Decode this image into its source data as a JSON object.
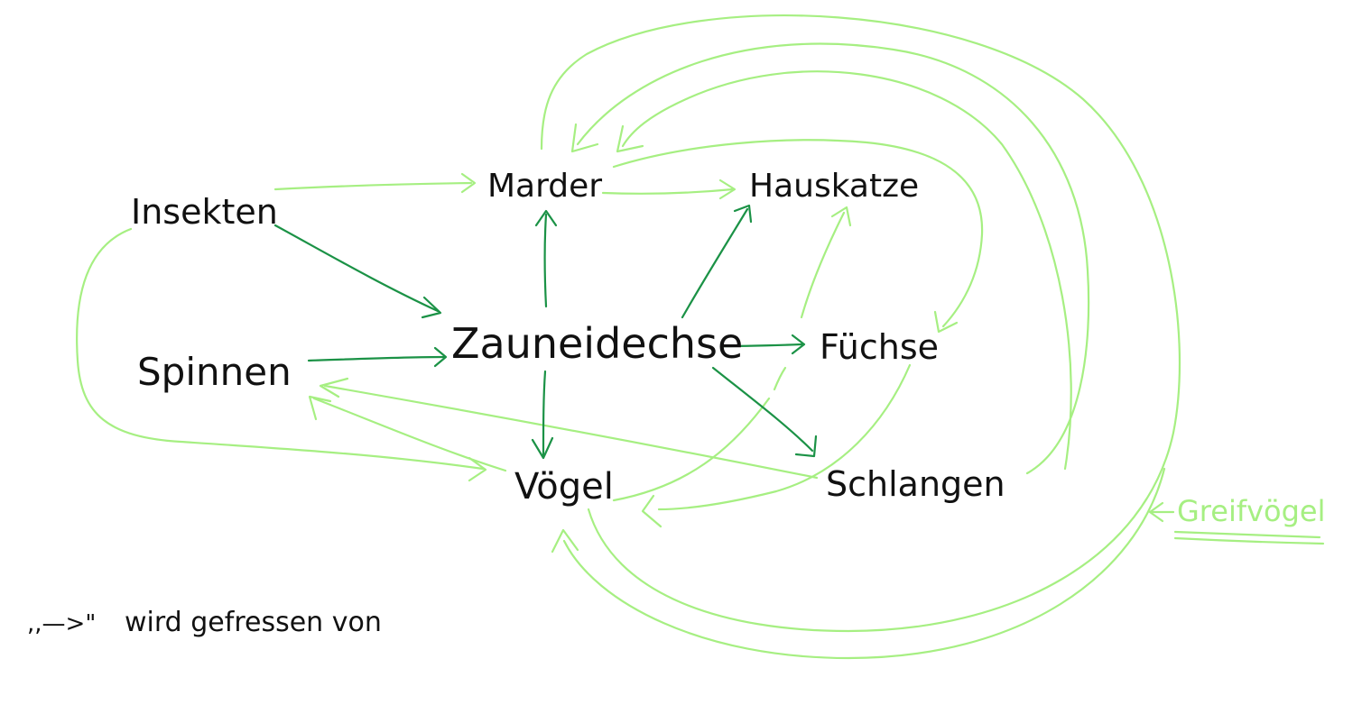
{
  "diagram": {
    "nodes": {
      "insekten": "Insekten",
      "marder": "Marder",
      "hauskatze": "Hauskatze",
      "spinnen": "Spinnen",
      "zauneidechse": "Zauneidechse",
      "fuechse": "Füchse",
      "voegel": "Vögel",
      "schlangen": "Schlangen"
    },
    "greifvoegel": "Greifvögel",
    "legend": {
      "arrow": ",,—>\"",
      "text": "wird gefressen von"
    },
    "colors": {
      "light_edge": "#a6ef82",
      "dark_edge": "#1b9246",
      "text": "#111111"
    }
  }
}
